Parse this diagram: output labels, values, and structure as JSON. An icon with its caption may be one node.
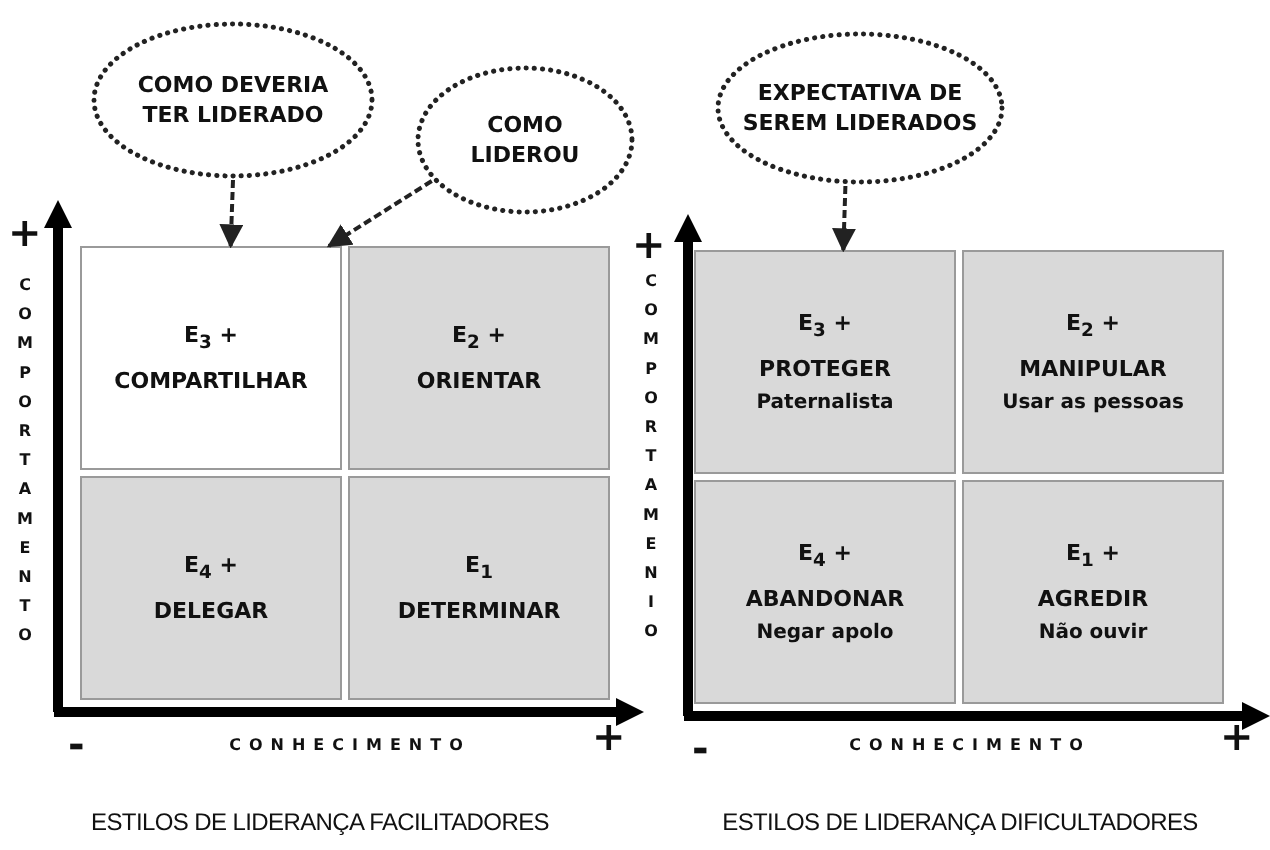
{
  "diagram": {
    "nodes": [
      {
        "text": [
          "COMO DEVERIA TER LIDERADO"
        ]
      },
      {
        "text": [
          "COMO LIDEROU"
        ]
      },
      {
        "text": [
          "E$_{3}$ +",
          "COMPARTILHAR"
        ]
      },
      {
        "text": [
          "E$_{2}$ +",
          "ORIENTAR"
        ]
      },
      {
        "text": [
          "E$_{4}$ +",
          "DELEGAR"
        ]
      },
      {
        "text": [
          "E$_{1}$",
          "DETERMINAR"
        ]
      },
      {
        "text": [
          "EXPECTATIVA DE SEREM LIDERADOS"
        ]
      },
      {
        "text": [
          "E$_{3}$ +",
          "PROTEGER",
          "Paternalista"
        ]
      },
      {
        "text": [
          "E$_{2}$ +",
          "MANIPULAR",
          "Usar as pessoas"
        ]
      },
      {
        "text": [
          "E$_{4}$ +",
          "ABANDONAR",
          "Negar apolo"
        ]
      },
      {
        "text": [
          "E$_{1}$ +",
          "AGREDIR",
          "Não ouvir"
        ]
      }
    ],
    "edges": [
      {
        "from": 0,
        "to": 2,
        "arrow": "to",
        "style": "dashed"
      },
      {
        "from": 1,
        "to": 2,
        "arrow": "to",
        "style": "dashed"
      },
      {
        "from": 6,
        "to": 7,
        "arrow": "to",
        "style": "dashed"
      }
    ],
    "labels": [
      "+",
      "COMPORTAMENTO",
      "-",
      "CONHECIMENTO",
      "+",
      "+",
      "COMPORTAMENIO",
      "-",
      "CONHECIMENTO",
      "+",
      "ESTILOS DE LIDERANÇA FACILITADORES",
      "ESTILOS DE LIDERANÇA DIFICULTADORES"
    ]
  }
}
